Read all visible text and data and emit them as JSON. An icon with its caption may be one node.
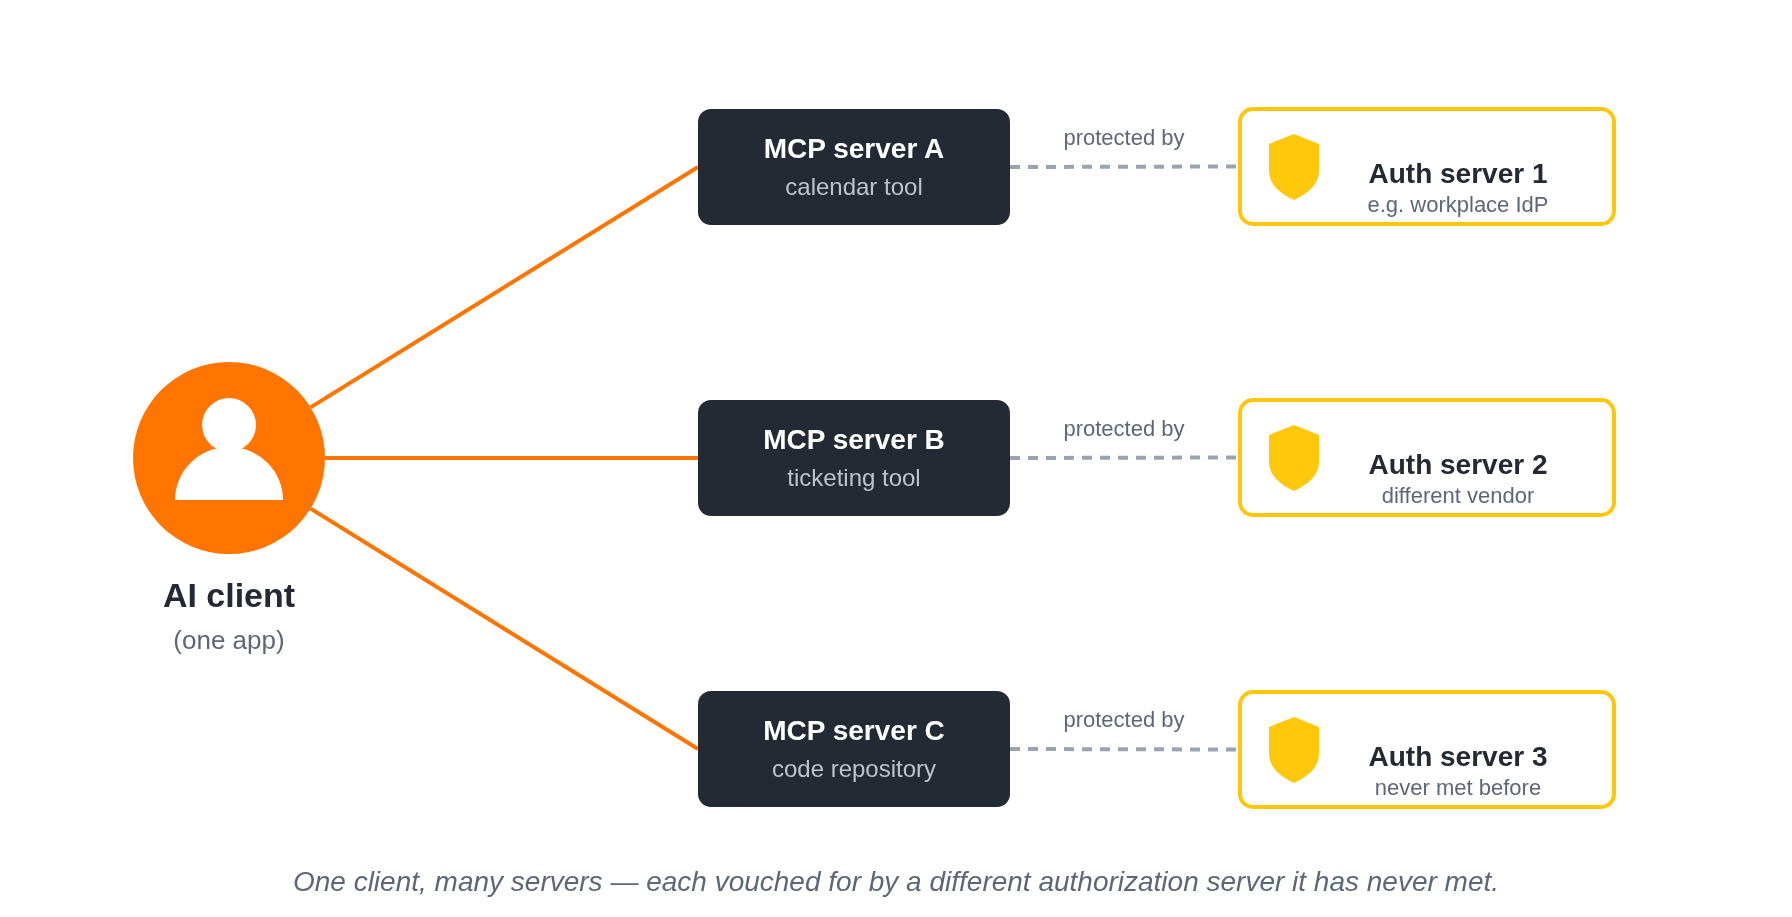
{
  "diagram": {
    "caption": "One client, many servers — each vouched for by a different authorization server it has never met.",
    "nodes": [
      {
        "text": [
          "AI client",
          "(one app)"
        ]
      },
      {
        "text": [
          "MCP server A",
          "calendar tool"
        ]
      },
      {
        "text": [
          "Auth server 1",
          "e.g. workplace IdP"
        ]
      },
      {
        "text": [
          "MCP server B",
          "ticketing tool"
        ]
      },
      {
        "text": [
          "Auth server 2",
          "different vendor"
        ]
      },
      {
        "text": [
          "MCP server C",
          "code repository"
        ]
      },
      {
        "text": [
          "Auth server 3",
          "never met before"
        ]
      }
    ],
    "edges": [
      {
        "from": 0,
        "to": 1,
        "arrow": "none"
      },
      {
        "from": 1,
        "to": 2,
        "arrow": "none",
        "label": "protected by",
        "style": "dashed",
        "color": "#9aa4ae"
      },
      {
        "from": 0,
        "to": 3,
        "arrow": "none"
      },
      {
        "from": 3,
        "to": 4,
        "arrow": "none",
        "label": "protected by",
        "style": "dashed",
        "color": "#9aa4ae"
      },
      {
        "from": 0,
        "to": 5,
        "arrow": "none"
      },
      {
        "from": 5,
        "to": 6,
        "arrow": "none",
        "label": "protected by",
        "style": "dashed",
        "color": "#9aa4ae"
      }
    ]
  }
}
